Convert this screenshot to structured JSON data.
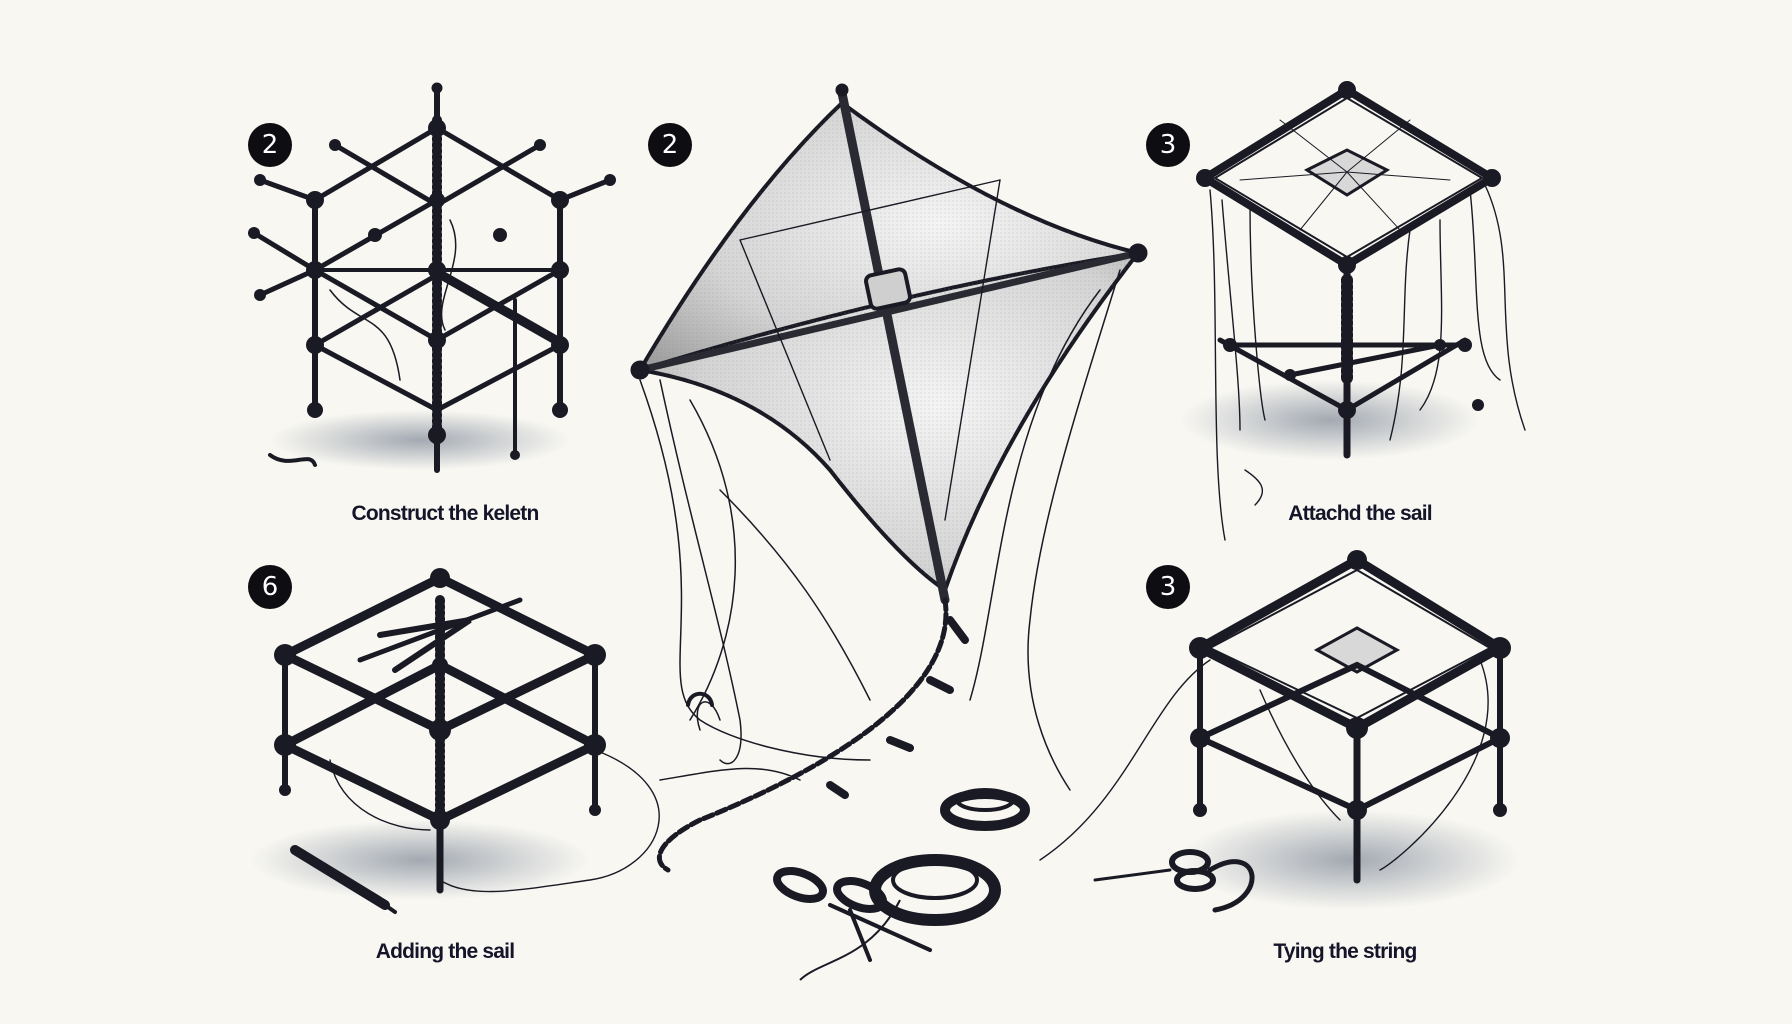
{
  "steps": [
    {
      "number": "2",
      "caption": "Construct the keletn"
    },
    {
      "number": "2",
      "caption": ""
    },
    {
      "number": "3",
      "caption": "Attachd the sail"
    },
    {
      "number": "6",
      "caption": "Adding the sail"
    },
    {
      "number": "3",
      "caption": "Tying the string"
    }
  ],
  "icons": [
    "frame-skeleton-icon",
    "diamond-kite-icon",
    "cube-frame-icon",
    "string-spool-icon",
    "scissors-icon",
    "pencil-icon"
  ],
  "colors": {
    "background": "#f8f7f2",
    "ink": "#1a1a24",
    "badge": "#0d0d12",
    "sail": "#dcdcdc"
  }
}
